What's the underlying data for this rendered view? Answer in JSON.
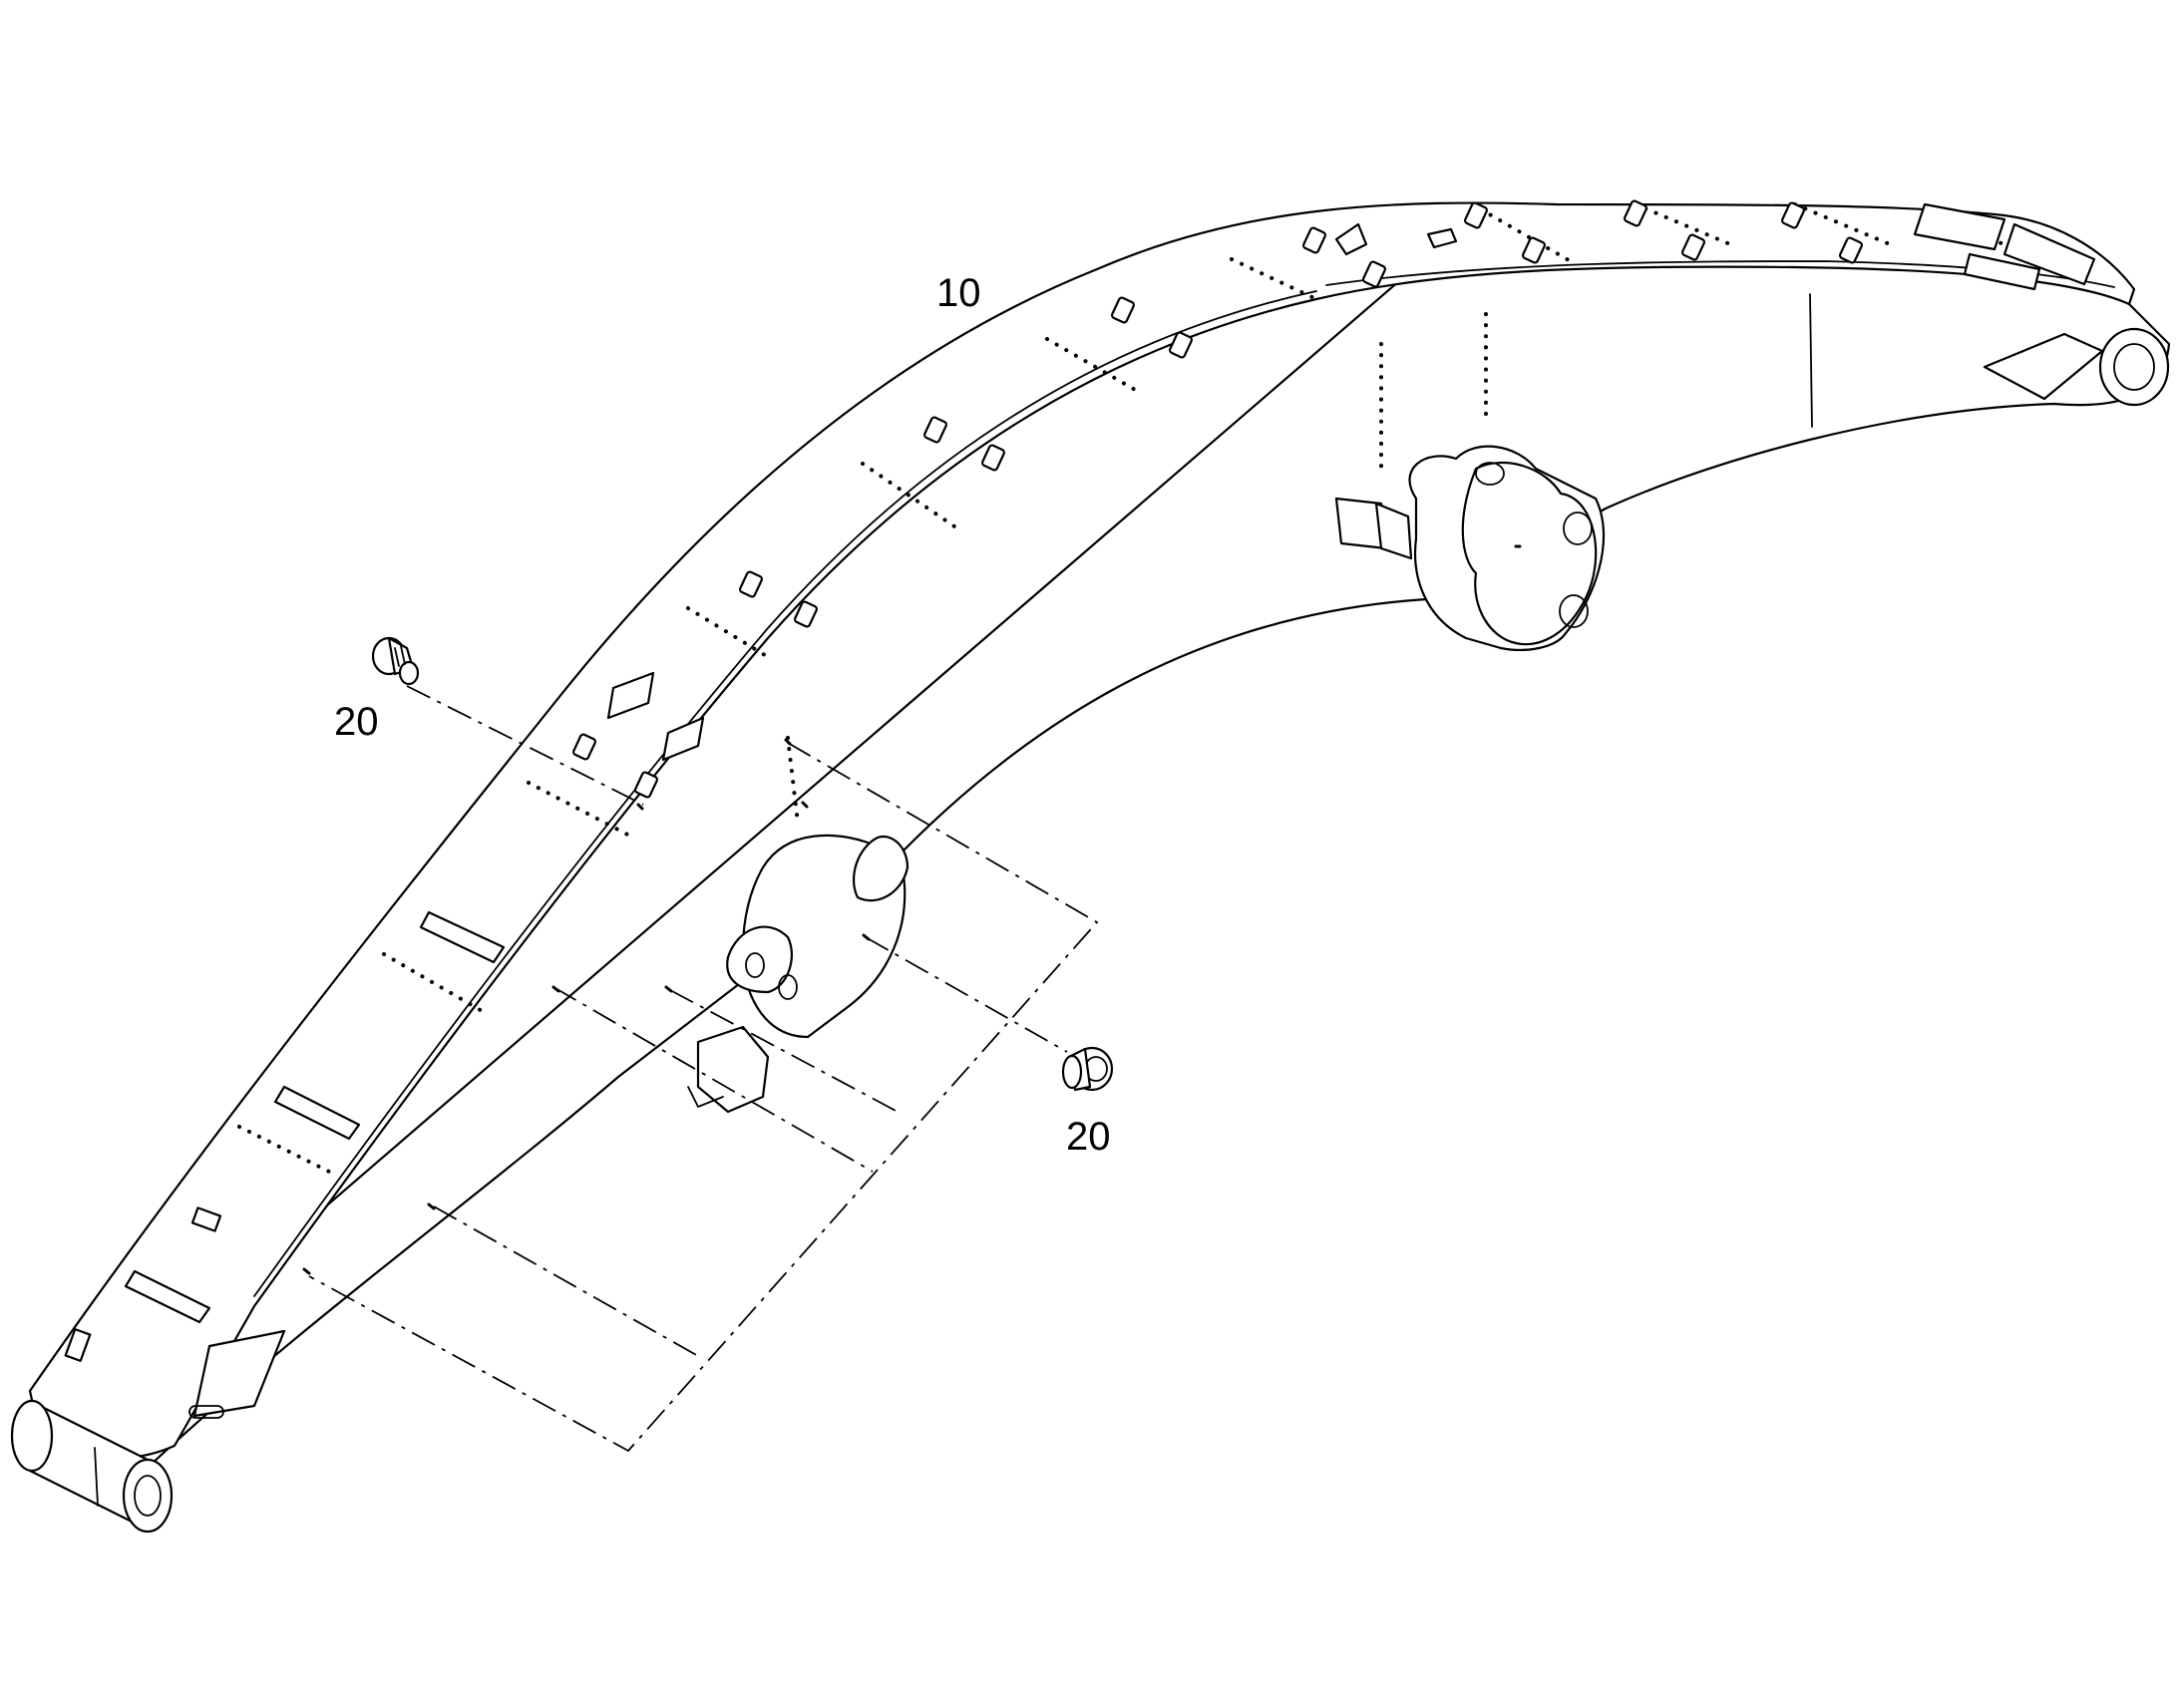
{
  "diagram": {
    "callouts": [
      {
        "id": "boom",
        "label": "10"
      },
      {
        "id": "plug-upper",
        "label": "20"
      },
      {
        "id": "plug-lower",
        "label": "20"
      }
    ]
  },
  "colors": {
    "line": "#000000",
    "background": "#ffffff"
  }
}
